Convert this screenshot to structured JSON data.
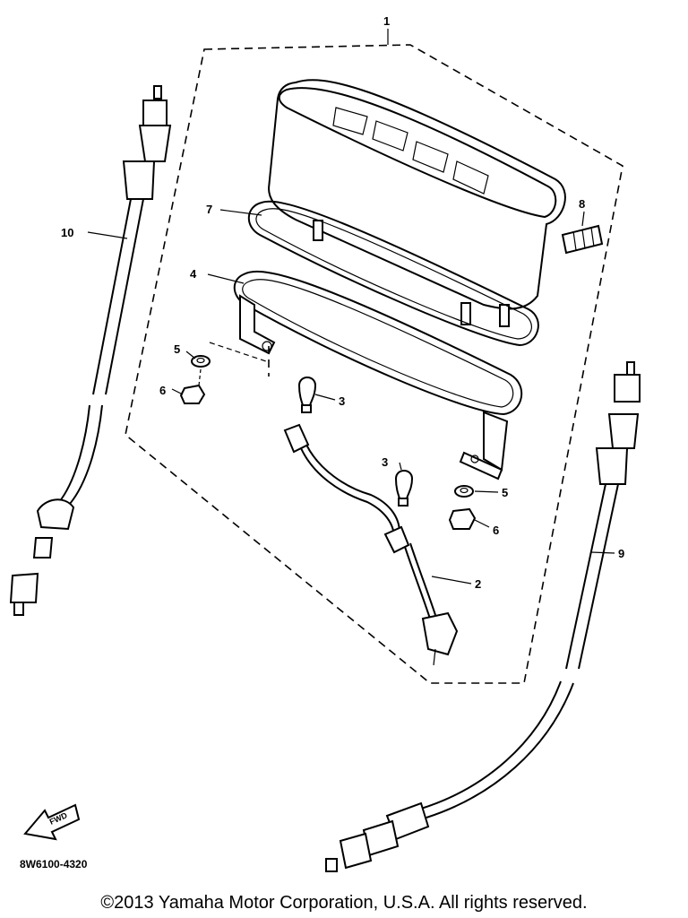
{
  "callouts": {
    "c1": "1",
    "c2": "2",
    "c3a": "3",
    "c3b": "3",
    "c4": "4",
    "c5a": "5",
    "c5b": "5",
    "c6a": "6",
    "c6b": "6",
    "c7": "7",
    "c8": "8",
    "c9": "9",
    "c10": "10"
  },
  "badge": {
    "text": "FWD"
  },
  "diagram_code": "8W6100-4320",
  "copyright": "©2013 Yamaha Motor Corporation, U.S.A. All rights reserved."
}
